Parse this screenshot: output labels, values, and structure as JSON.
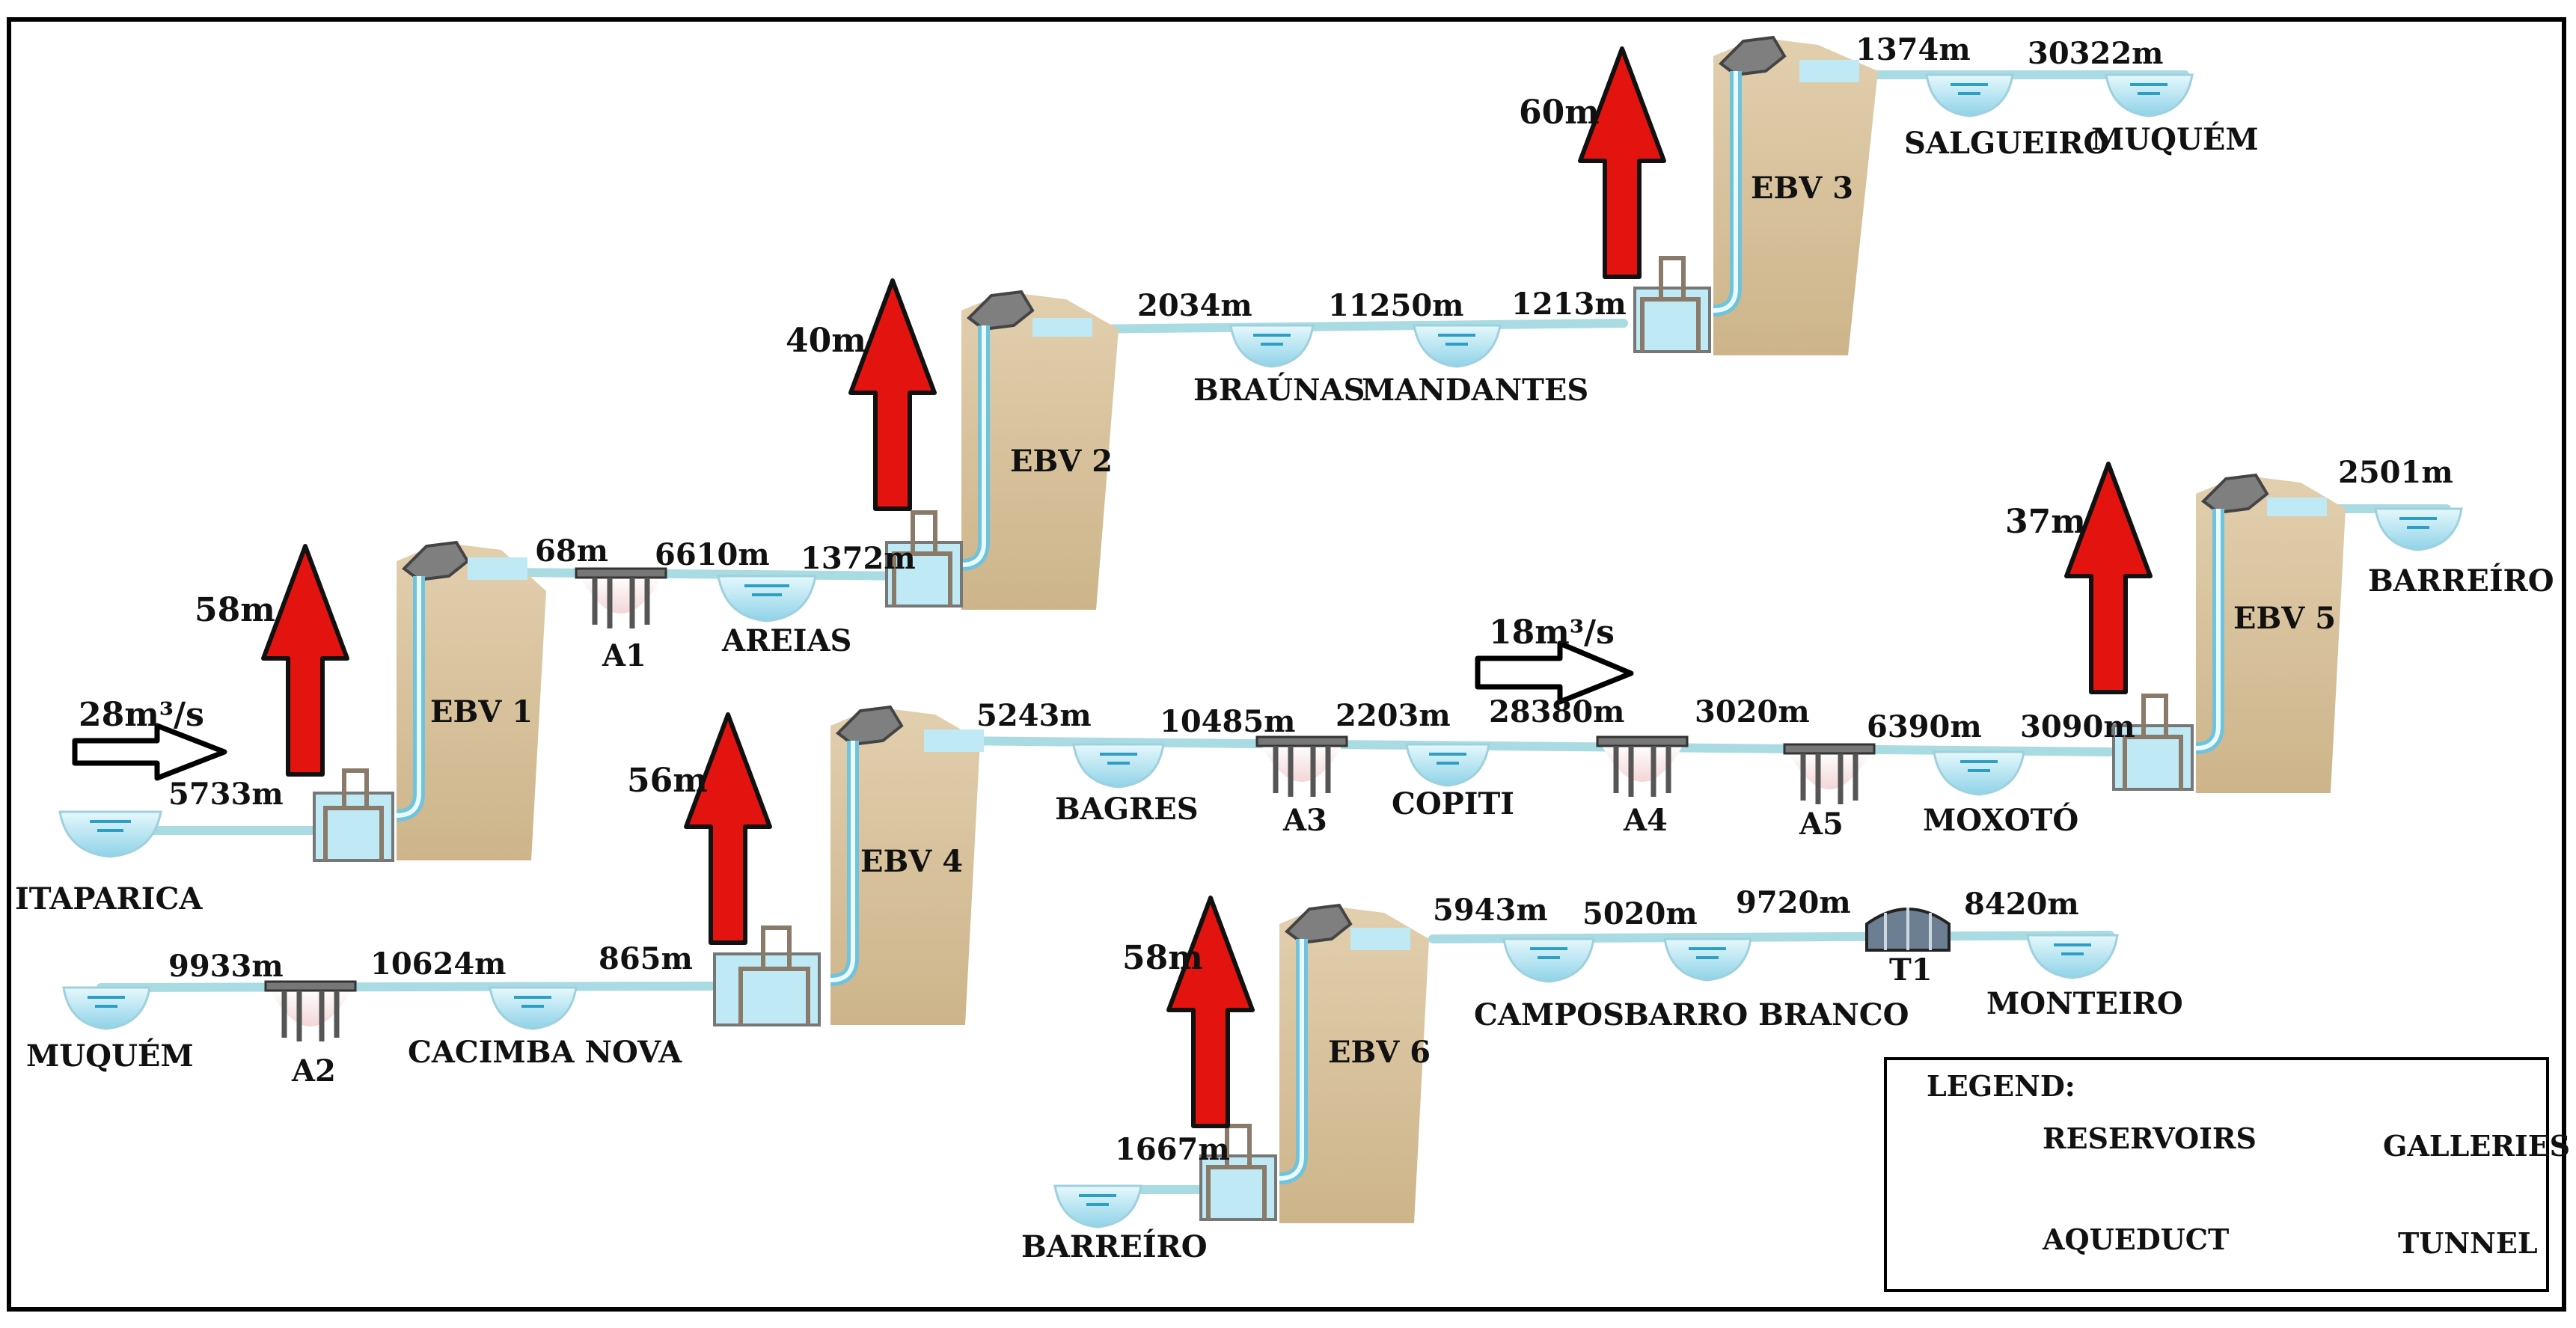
{
  "frame_border_color": "#000000",
  "colors": {
    "canal": "#a9dbe3",
    "water": "#bfe9f5",
    "terrain": "#d9c4a1",
    "arrow": "#e3130f",
    "station_label": "#111111"
  },
  "stations": [
    {
      "id": "ebv1",
      "name": "EBV 1",
      "lift": "58m"
    },
    {
      "id": "ebv2",
      "name": "EBV 2",
      "lift": "40m"
    },
    {
      "id": "ebv3",
      "name": "EBV 3",
      "lift": "60m"
    },
    {
      "id": "ebv4",
      "name": "EBV 4",
      "lift": "56m"
    },
    {
      "id": "ebv5",
      "name": "EBV 5",
      "lift": "37m"
    },
    {
      "id": "ebv6",
      "name": "EBV 6",
      "lift": "58m"
    }
  ],
  "flows": {
    "north": "28m³/s",
    "east": "18m³/s"
  },
  "reservoirs": {
    "itaparica": "ITAPARICA",
    "areias": "AREIAS",
    "braunas": "BRAÚNAS",
    "mandantes": "MANDANTES",
    "salgueiro": "SALGUEIRO",
    "muquem_top": "MUQUÉM",
    "barreiro_right": "BARREÍRO",
    "bagres": "BAGRES",
    "copiti": "COPITI",
    "moxoto": "MOXOTÓ",
    "muquem_left": "MUQUÉM",
    "cacimba_nova": "CACIMBA NOVA",
    "campos": "CAMPOS",
    "barro_branco": "BARRO BRANCO",
    "monteiro": "MONTEIRO",
    "barreiro_bottom": "BARREÍRO"
  },
  "structures": {
    "a1": "A1",
    "a2": "A2",
    "a3": "A3",
    "a4": "A4",
    "a5": "A5",
    "t1": "T1"
  },
  "distances": {
    "d_itap_ebv1": "5733m",
    "d_ebv1_a1": "68m",
    "d_a1_areias": "6610m",
    "d_areias_ebv2": "1372m",
    "d_ebv2_braunas": "2034m",
    "d_braunas_mand": "11250m",
    "d_mand_ebv3": "1213m",
    "d_ebv3_salg": "1374m",
    "d_salg_muq": "30322m",
    "d_ebv4_bagres": "5243m",
    "d_bagres_a3": "10485m",
    "d_a3_copiti": "2203m",
    "d_copiti_a4": "28380m",
    "d_a4_a5": "3020m",
    "d_a5_moxoto": "6390m",
    "d_moxoto_ebv5": "3090m",
    "d_ebv5_barreiro": "2501m",
    "d_muq_a2": "9933m",
    "d_a2_cacimba": "10624m",
    "d_cacimba_ebv4": "865m",
    "d_barreiro_ebv6": "1667m",
    "d_ebv6_campos": "5943m",
    "d_campos_bb": "5020m",
    "d_bb_t1": "9720m",
    "d_t1_monteiro": "8420m"
  },
  "legend": {
    "title": "LEGEND:",
    "reservoirs": "RESERVOIRS",
    "galleries": "GALLERIES",
    "aqueduct": "AQUEDUCT",
    "tunnel": "TUNNEL"
  }
}
